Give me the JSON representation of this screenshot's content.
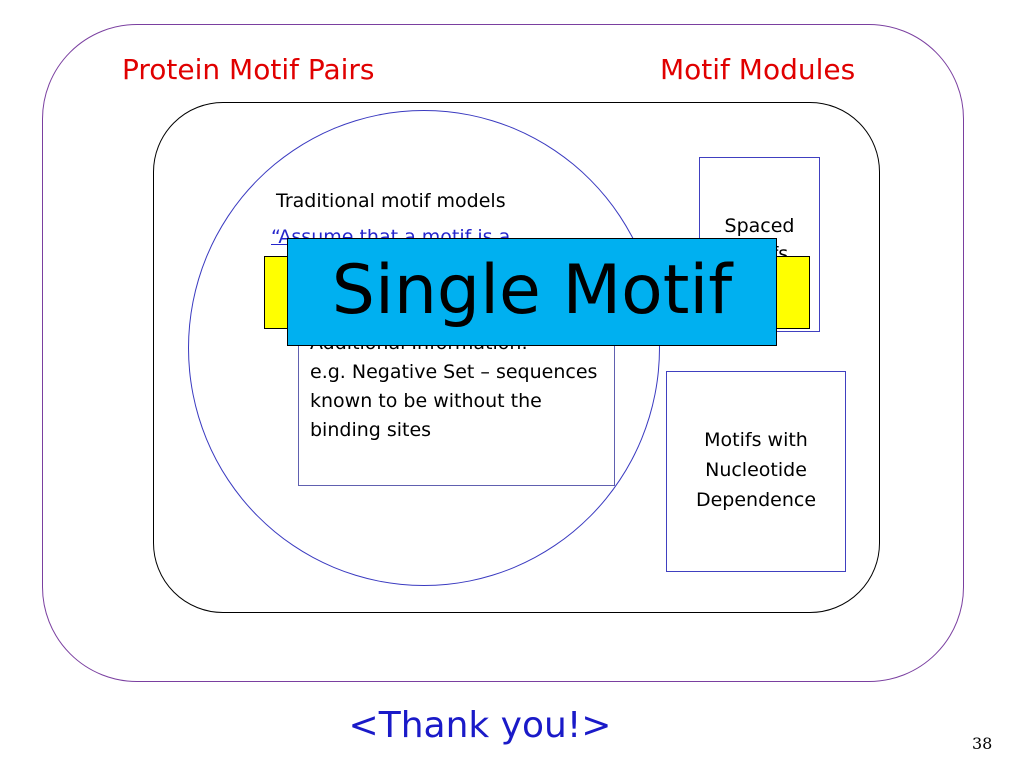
{
  "slide": {
    "titles": {
      "left": "Protein Motif Pairs",
      "right": "Motif Modules"
    },
    "traditional": {
      "heading": "Traditional motif models",
      "quote_fragment": "“Assume that a motif is a"
    },
    "additional_info": {
      "lines": [
        "Additional Information:",
        "e.g. Negative Set – sequences known to be without the binding sites"
      ]
    },
    "spaced": {
      "lines": [
        "Spaced",
        "Motifs"
      ]
    },
    "nucleotide": {
      "lines": [
        "Motifs with",
        "Nucleotide",
        "Dependence"
      ]
    },
    "overlay": {
      "label": "Single Motif"
    },
    "footer": {
      "thanks": "<Thank you!>",
      "page_number": "38"
    }
  },
  "colors": {
    "title_red": "#e00000",
    "outer_frame": "#7a3fa0",
    "circle": "#3a3ac0",
    "quote_blue": "#2424cc",
    "overlay_cyan": "#00b0f0",
    "highlight_yellow": "#ffff00",
    "thanks_blue": "#1a1ac8"
  }
}
